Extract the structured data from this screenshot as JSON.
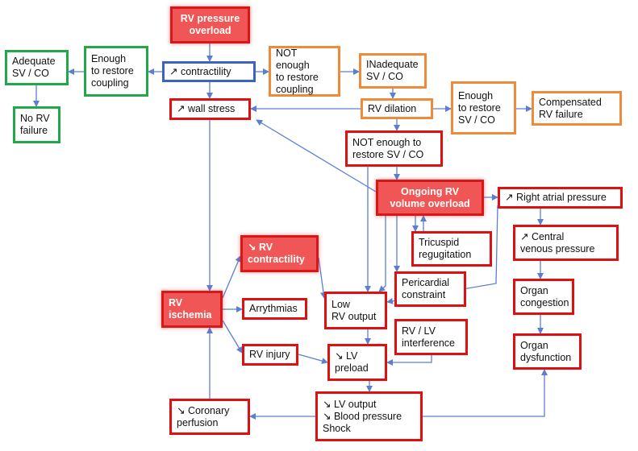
{
  "nodes": {
    "rv_pressure": "RV pressure\noverload",
    "contractility_up": "↗ contractility",
    "enough_restore_coupling": "Enough\nto restore\ncoupling",
    "adequate_sv": "Adequate\nSV / CO",
    "no_rv_failure": "No RV\nfailure",
    "not_enough_coupling": "NOT enough\nto restore\ncoupling",
    "inadequate_sv": "INadequate\nSV / CO",
    "wall_stress": "↗ wall stress",
    "rv_dilation": "RV dilation",
    "enough_restore_sv": "Enough\nto restore\nSV / CO",
    "compensated": "Compensated\nRV failure",
    "not_enough_sv": "NOT enough to\nrestore SV / CO",
    "ongoing_volume": "Ongoing RV\nvolume overload",
    "right_atrial": "↗ Right atrial pressure",
    "tricuspid": "Tricuspid\nregugitation",
    "central_venous": "↗ Central\nvenous pressure",
    "rv_contractility_down": "↘ RV\ncontractility",
    "pericardial": "Pericardial\nconstraint",
    "rv_ischemia": "RV\nischemia",
    "arrythmias": "Arrythmias",
    "low_rv_output": "Low\nRV output",
    "organ_congestion": "Organ\ncongestion",
    "rv_lv_interference": "RV / LV\ninterference",
    "rv_injury": "RV injury",
    "lv_preload": "↘ LV\npreload",
    "organ_dysfunction": "Organ\ndysfunction",
    "coronary_perfusion": "↘ Coronary\nperfusion",
    "lv_output": "↘ LV output\n↘ Blood pressure\nShock"
  },
  "colors": {
    "red": "#e01010",
    "green": "#22a84a",
    "orange": "#ee8a3a",
    "blue": "#3a63c4",
    "arrow": "#5b7fd0"
  }
}
